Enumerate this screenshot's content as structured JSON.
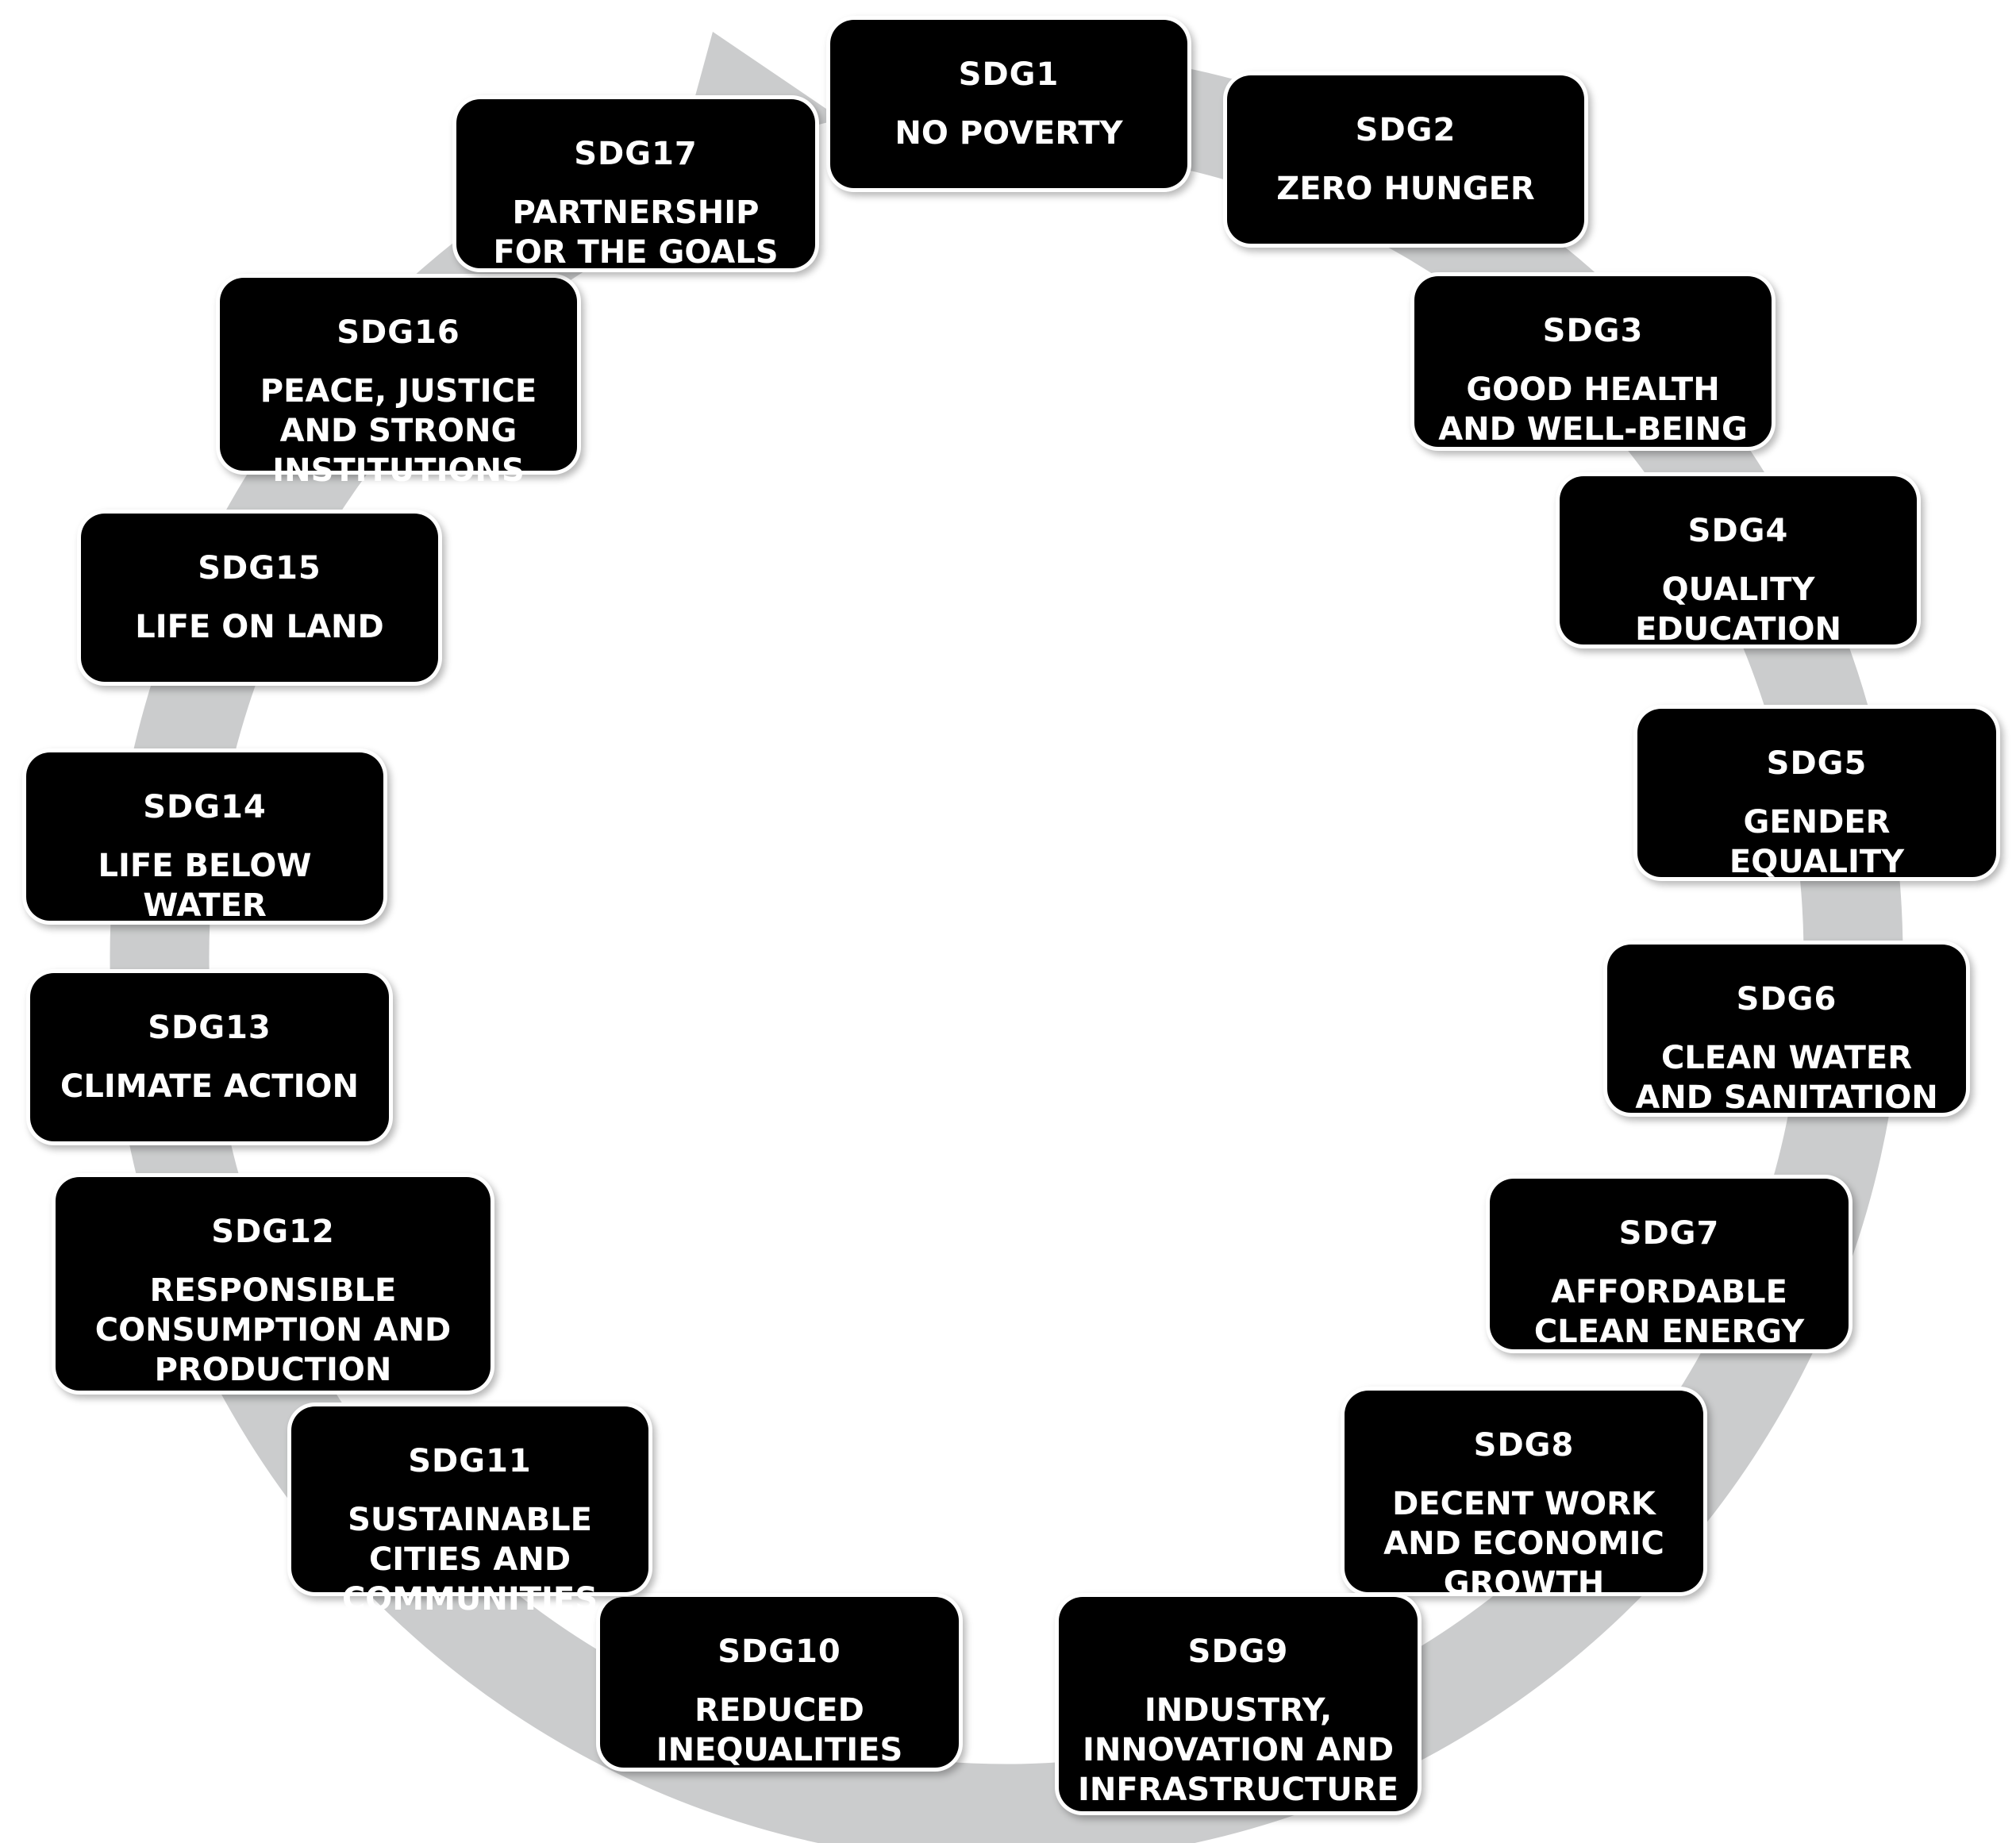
{
  "diagram": {
    "type": "cycle",
    "colors": {
      "arrow": "#cbcccd",
      "box": "#000000",
      "text": "#ffffff"
    },
    "goals": [
      {
        "code": "SDG1",
        "title": "NO POVERTY"
      },
      {
        "code": "SDG2",
        "title": "ZERO HUNGER"
      },
      {
        "code": "SDG3",
        "title": "GOOD HEALTH\nAND WELL-BEING"
      },
      {
        "code": "SDG4",
        "title": "QUALITY\nEDUCATION"
      },
      {
        "code": "SDG5",
        "title": "GENDER\nEQUALITY"
      },
      {
        "code": "SDG6",
        "title": "CLEAN WATER\nAND SANITATION"
      },
      {
        "code": "SDG7",
        "title": "AFFORDABLE\nCLEAN ENERGY"
      },
      {
        "code": "SDG8",
        "title": "DECENT WORK\nAND ECONOMIC\nGROWTH"
      },
      {
        "code": "SDG9",
        "title": "INDUSTRY,\nINNOVATION AND\nINFRASTRUCTURE"
      },
      {
        "code": "SDG10",
        "title": "REDUCED\nINEQUALITIES"
      },
      {
        "code": "SDG11",
        "title": "SUSTAINABLE\nCITIES AND\nCOMMUNITIES"
      },
      {
        "code": "SDG12",
        "title": "RESPONSIBLE\nCONSUMPTION AND\nPRODUCTION"
      },
      {
        "code": "SDG13",
        "title": "CLIMATE ACTION"
      },
      {
        "code": "SDG14",
        "title": "LIFE BELOW\nWATER"
      },
      {
        "code": "SDG15",
        "title": "LIFE ON LAND"
      },
      {
        "code": "SDG16",
        "title": "PEACE, JUSTICE\nAND STRONG\nINSTITUTIONS"
      },
      {
        "code": "SDG17",
        "title": "PARTNERSHIP\nFOR THE GOALS"
      }
    ]
  }
}
